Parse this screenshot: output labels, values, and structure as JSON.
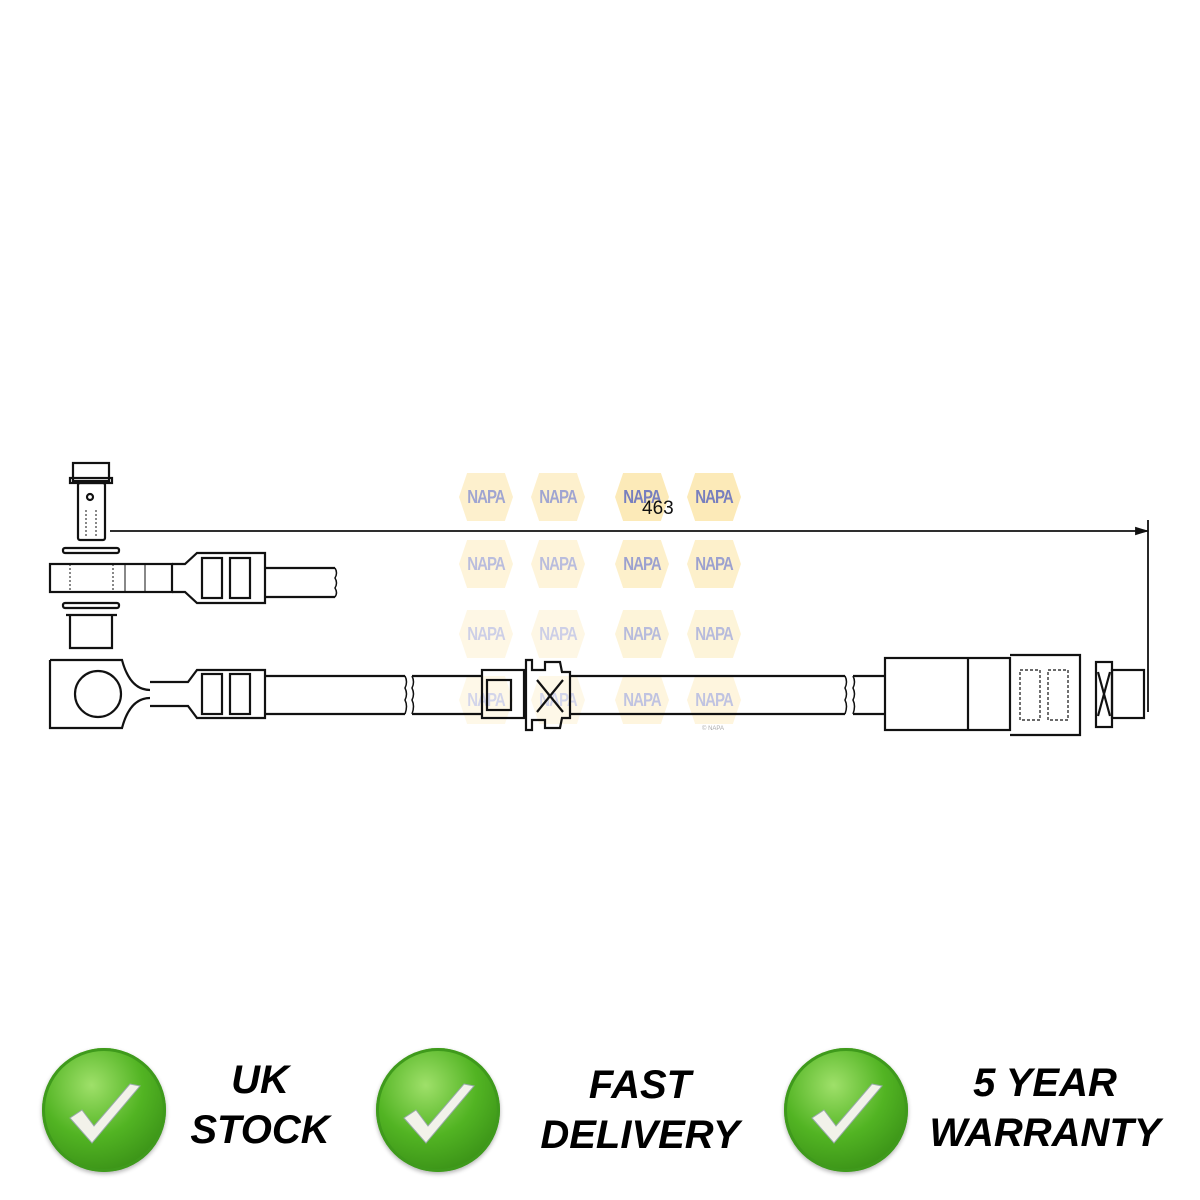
{
  "diagram": {
    "dimension_label": "463",
    "watermark_text": "NAPA",
    "copyright": "© NAPA"
  },
  "badges": [
    {
      "line1": "UK",
      "line2": "STOCK",
      "icon": "check-icon"
    },
    {
      "line1": "FAST",
      "line2": "DELIVERY",
      "icon": "check-icon"
    },
    {
      "line1": "5 YEAR",
      "line2": "WARRANTY",
      "icon": "check-icon"
    }
  ],
  "colors": {
    "badge_green": "#52b423",
    "watermark_yellow": "#fbe3a0",
    "watermark_blue": "#4b55a8"
  }
}
